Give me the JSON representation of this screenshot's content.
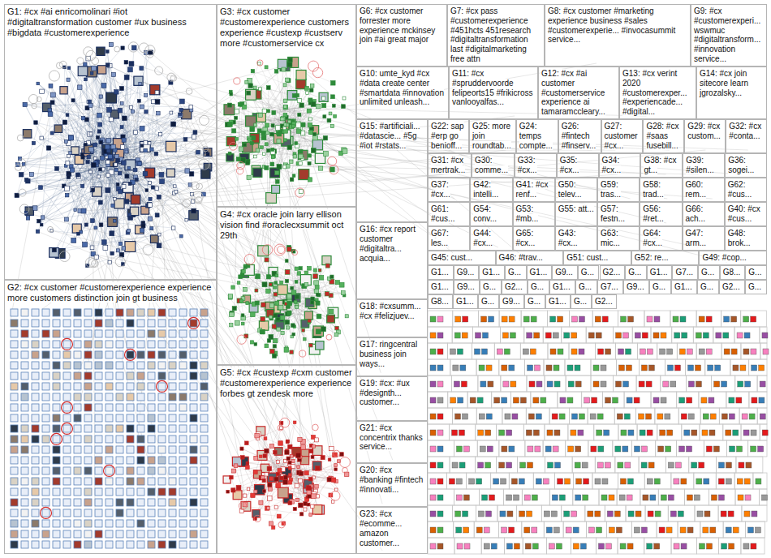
{
  "diagram": {
    "nodes": [
      {
        "text": [
          "G1: #cx #ai enricomolinari #iot #digitaltransformation customer #ux business #bigdata #customerexperience"
        ]
      },
      {
        "text": [
          "G2: #cx customer #customerexperience experience more customers distinction join gt business"
        ]
      },
      {
        "text": [
          "G3: #cx customer #customerexperience customers experience #custexp #custserv more #customerservice cx"
        ]
      },
      {
        "text": [
          "G4: #cx oracle join larry ellison vision find #oraclecxsummit oct 29th"
        ]
      },
      {
        "text": [
          "G5: #cx #custexp #cxm customer #customerexperience experience forbes gt zendesk more"
        ]
      },
      {
        "text": [
          "G6: #cx customer forrester more experience mckinsey join #ai great major"
        ]
      },
      {
        "text": [
          "G7: #cx pass #customerexperience #451hcts 451research #digitaltransformation last #digitalmarketing free attn"
        ]
      },
      {
        "text": [
          "G8: #cx customer #marketing experience business #sales #customerexperie... #invocasummit service..."
        ]
      },
      {
        "text": [
          "G9: #cx #customerexperi... wswmuc #digitaltransform... #innovation service..."
        ]
      },
      {
        "text": [
          "G10: umte_kyd #cx #data create center #smartdata #innovation unlimited unleash..."
        ]
      },
      {
        "text": [
          "G11: #cx #spruddervoorde felipeorts15 #frikicross vanlooyalfas..."
        ]
      },
      {
        "text": [
          "G12: #cx #ai customer #customerservice experience ai tamaramccleary..."
        ]
      },
      {
        "text": [
          "G13: #cx verint 2020 #customerexper... #experiencade... #digital..."
        ]
      },
      {
        "text": [
          "G14: #cx join sitecore learn jgrozalsky..."
        ]
      },
      {
        "text": [
          "G15: #artificiali... #datascie... #5g #iot #rstats..."
        ]
      },
      {
        "text": [
          "G16: #cx report customer #digitaltra... acquia..."
        ]
      },
      {
        "text": [
          "G18: #cxsumm... #cx #felizjuev..."
        ]
      },
      {
        "text": [
          "G17: ringcentral business join ways..."
        ]
      },
      {
        "text": [
          "G19: #cx: #ux #designth... customer..."
        ]
      },
      {
        "text": [
          "G21: #cx concentrix thanks service..."
        ]
      },
      {
        "text": [
          "G20: #cx #banking #fintech #innovati..."
        ]
      },
      {
        "text": [
          "G23: #cx #ecomme... amazon customer..."
        ]
      },
      {
        "text": [
          "G22: sap #erp go benioff..."
        ]
      },
      {
        "text": [
          "G25: more join roundtab..."
        ]
      },
      {
        "text": [
          "G24: temps compte..."
        ]
      },
      {
        "text": [
          "G26: #fintech #finserv..."
        ]
      },
      {
        "text": [
          "G27: customer #cx..."
        ]
      },
      {
        "text": [
          "G28: #cx #saas fusebill..."
        ]
      },
      {
        "text": [
          "G29: #cx custom..."
        ]
      },
      {
        "text": [
          "G32: #cx #conta..."
        ]
      },
      {
        "text": [
          "G31: #cx mertrak..."
        ]
      },
      {
        "text": [
          "G30: comme..."
        ]
      },
      {
        "text": [
          "G33: #cx..."
        ]
      },
      {
        "text": [
          "G35: #cx..."
        ]
      },
      {
        "text": [
          "G34: #cx..."
        ]
      },
      {
        "text": [
          "G38: #cx gt..."
        ]
      },
      {
        "text": [
          "G39: #silen..."
        ]
      },
      {
        "text": [
          "G36: sogei..."
        ]
      },
      {
        "text": [
          "G37: #cx..."
        ]
      },
      {
        "text": [
          "G42: intelli..."
        ]
      },
      {
        "text": [
          "G41: #cx renf..."
        ]
      },
      {
        "text": [
          "G50: telev..."
        ]
      },
      {
        "text": [
          "G59: tras..."
        ]
      },
      {
        "text": [
          "G58: trad..."
        ]
      },
      {
        "text": [
          "G60: rem..."
        ]
      },
      {
        "text": [
          "G62: #cus..."
        ]
      },
      {
        "text": [
          "G61: #cus..."
        ]
      },
      {
        "text": [
          "G54: conv..."
        ]
      },
      {
        "text": [
          "G53: #mb..."
        ]
      },
      {
        "text": [
          "G55: att..."
        ]
      },
      {
        "text": [
          "G57: festn..."
        ]
      },
      {
        "text": [
          "G56: #ret..."
        ]
      },
      {
        "text": [
          "G66: ach..."
        ]
      },
      {
        "text": [
          "G40: #cx #cus..."
        ]
      },
      {
        "text": [
          "G67: les..."
        ]
      },
      {
        "text": [
          "G44: #cx..."
        ]
      },
      {
        "text": [
          "G65: #cx..."
        ]
      },
      {
        "text": [
          "G43: #cx..."
        ]
      },
      {
        "text": [
          "G63: mic..."
        ]
      },
      {
        "text": [
          "G64: #cx..."
        ]
      },
      {
        "text": [
          "G47: arm..."
        ]
      },
      {
        "text": [
          "G48: brok..."
        ]
      },
      {
        "text": [
          "G45: cust..."
        ]
      },
      {
        "text": [
          "G46: #trav..."
        ]
      },
      {
        "text": [
          "G51: cust..."
        ]
      },
      {
        "text": [
          "G52: re..."
        ]
      },
      {
        "text": [
          "G49: #cop..."
        ]
      },
      {
        "text": [
          "G1..."
        ]
      },
      {
        "text": [
          "G9..."
        ]
      },
      {
        "text": [
          "G1..."
        ]
      },
      {
        "text": [
          "G..."
        ]
      },
      {
        "text": [
          "G1..."
        ]
      },
      {
        "text": [
          "G9..."
        ]
      },
      {
        "text": [
          "G..."
        ]
      },
      {
        "text": [
          "G2..."
        ]
      },
      {
        "text": [
          "G..."
        ]
      },
      {
        "text": [
          "G1..."
        ]
      },
      {
        "text": [
          "G7..."
        ]
      },
      {
        "text": [
          "G..."
        ]
      },
      {
        "text": [
          "G8..."
        ]
      },
      {
        "text": [
          "G..."
        ]
      },
      {
        "text": [
          "G1..."
        ]
      },
      {
        "text": [
          "G9..."
        ]
      },
      {
        "text": [
          "G..."
        ]
      },
      {
        "text": [
          "G2..."
        ]
      },
      {
        "text": [
          "G..."
        ]
      },
      {
        "text": [
          "G1..."
        ]
      },
      {
        "text": [
          "G..."
        ]
      },
      {
        "text": [
          "G7..."
        ]
      },
      {
        "text": [
          "G9..."
        ]
      },
      {
        "text": [
          "G..."
        ]
      },
      {
        "text": [
          "G1..."
        ]
      },
      {
        "text": [
          "G..."
        ]
      },
      {
        "text": [
          "G2..."
        ]
      },
      {
        "text": [
          "G..."
        ]
      },
      {
        "text": [
          "G8..."
        ]
      },
      {
        "text": [
          "G1..."
        ]
      },
      {
        "text": [
          "G..."
        ]
      },
      {
        "text": [
          "G9..."
        ]
      },
      {
        "text": [
          "G..."
        ]
      },
      {
        "text": [
          "G1..."
        ]
      },
      {
        "text": [
          "G..."
        ]
      },
      {
        "text": [
          "G2..."
        ]
      }
    ]
  }
}
